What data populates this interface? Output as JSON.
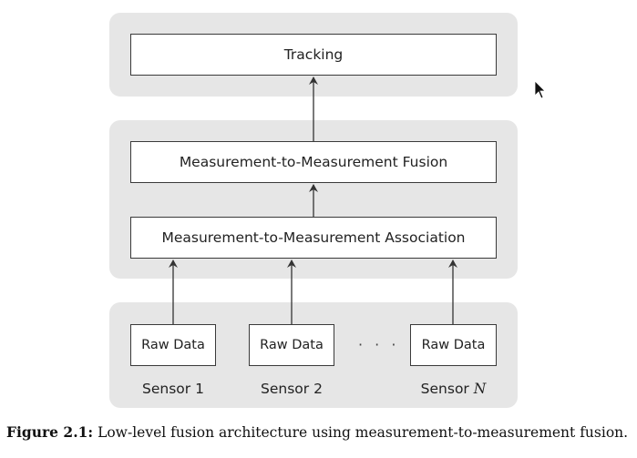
{
  "boxes": {
    "tracking": "Tracking",
    "fusion": "Measurement-to-Measurement Fusion",
    "association": "Measurement-to-Measurement Association",
    "raw1": "Raw Data",
    "raw2": "Raw Data",
    "rawN": "Raw Data"
  },
  "sensors": {
    "s1": "Sensor 1",
    "s2": "Sensor 2",
    "sN_prefix": "Sensor",
    "sN_var": "N"
  },
  "ellipsis": "· · ·",
  "caption": {
    "label": "Figure 2.1:",
    "text": "Low-level fusion architecture using measurement-to-measurement fusion."
  }
}
